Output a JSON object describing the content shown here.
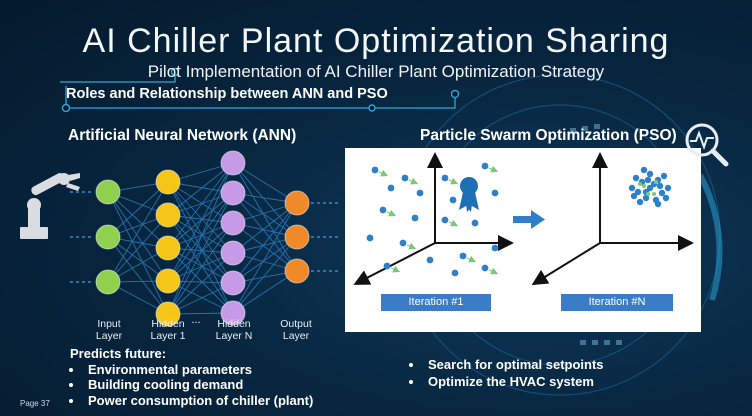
{
  "slide": {
    "title": "AI  Chiller Plant Optimization Sharing",
    "subtitle": "Pilot Implementation of AI Chiller Plant Optimization Strategy",
    "section_label": "Roles and Relationship between ANN and PSO",
    "page_number": "Page 37"
  },
  "ann": {
    "heading": "Artificial Neural Network (ANN)",
    "layers": [
      {
        "label_line1": "Input",
        "label_line2": "Layer",
        "color": "#8fd14f"
      },
      {
        "label_line1": "Hidden",
        "label_line2": "Layer 1",
        "color": "#f5c518"
      },
      {
        "label_line1": "Hidden",
        "label_line2": "Layer N",
        "color": "#c79ae8"
      },
      {
        "label_line1": "Output",
        "label_line2": "Layer",
        "color": "#f0892a"
      }
    ],
    "ellipsis": "...",
    "predicts_heading": "Predicts future:",
    "predicts_items": [
      "Environmental parameters",
      "Building cooling demand",
      "Power consumption of chiller (plant)"
    ]
  },
  "pso": {
    "heading": "Particle Swarm Optimization (PSO)",
    "iteration_first": "Iteration #1",
    "iteration_last": "Iteration #N",
    "bullets": [
      "Search for optimal setpoints",
      "Optimize the HVAC system"
    ],
    "particle_color": "#2f80c8",
    "velocity_color": "#7cc87a"
  },
  "icons": [
    "robot-arm-icon",
    "award-badge-icon",
    "arrow-right-icon",
    "magnifier-pulse-icon"
  ]
}
